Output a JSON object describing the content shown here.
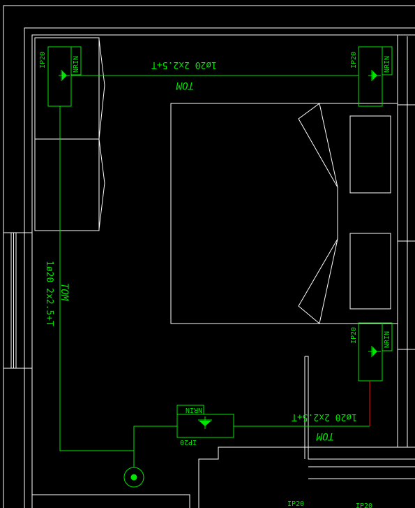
{
  "colors": {
    "background": "#000000",
    "walls": "#ffffff",
    "electrical": "#00e600",
    "feed": "#e00000"
  },
  "labels": {
    "ip": "IP20",
    "nrin": "NRIN",
    "cable": "1ø20 2x2.5+T",
    "tom": "ТОМ"
  }
}
